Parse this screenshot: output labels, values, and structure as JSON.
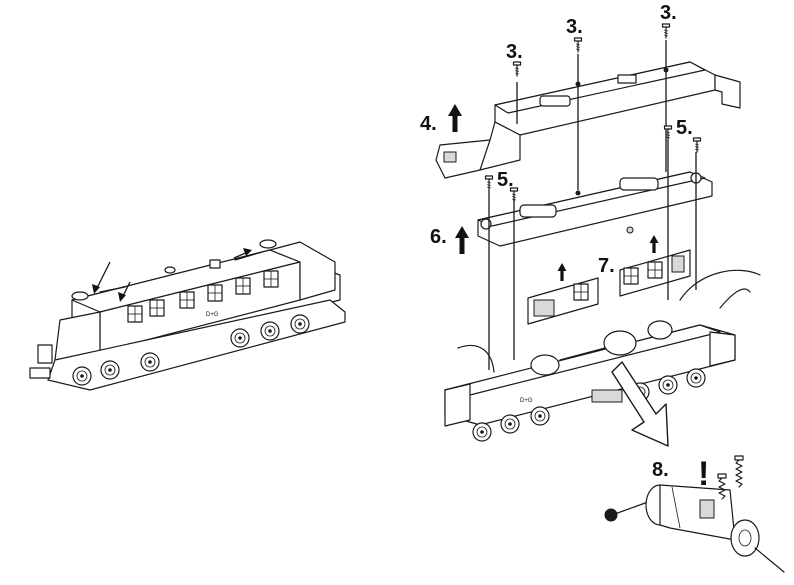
{
  "steps": {
    "step3_left": "3.",
    "step3_middle": "3.",
    "step3_right": "3.",
    "step4": "4.",
    "step5_right": "5.",
    "step5_left": "5.",
    "step6": "6.",
    "step7": "7.",
    "step8": "8.",
    "caution": "!"
  },
  "icons": {
    "up_arrow": "up-arrow-icon",
    "screw": "screw-icon",
    "caution": "exclamation-icon"
  }
}
